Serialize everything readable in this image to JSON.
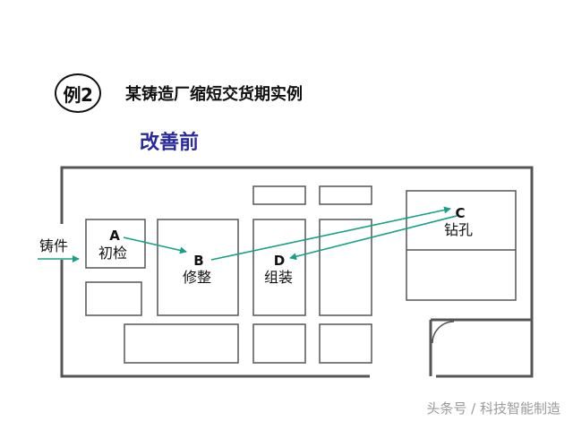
{
  "badge": "例2",
  "title": "某铸造厂缩短交货期实例",
  "subtitle": "改善前",
  "input_label": "铸件",
  "stations": [
    {
      "id": "A",
      "name": "初检"
    },
    {
      "id": "B",
      "name": "修整"
    },
    {
      "id": "C",
      "name": "钻孔"
    },
    {
      "id": "D",
      "name": "组装"
    }
  ],
  "flow": [
    "A",
    "B",
    "C",
    "D"
  ],
  "colors": {
    "flow": "#16a085",
    "subtitle": "#2a2a9e",
    "wall": "#555555"
  },
  "footer": "头条号 / 科技智能制造"
}
